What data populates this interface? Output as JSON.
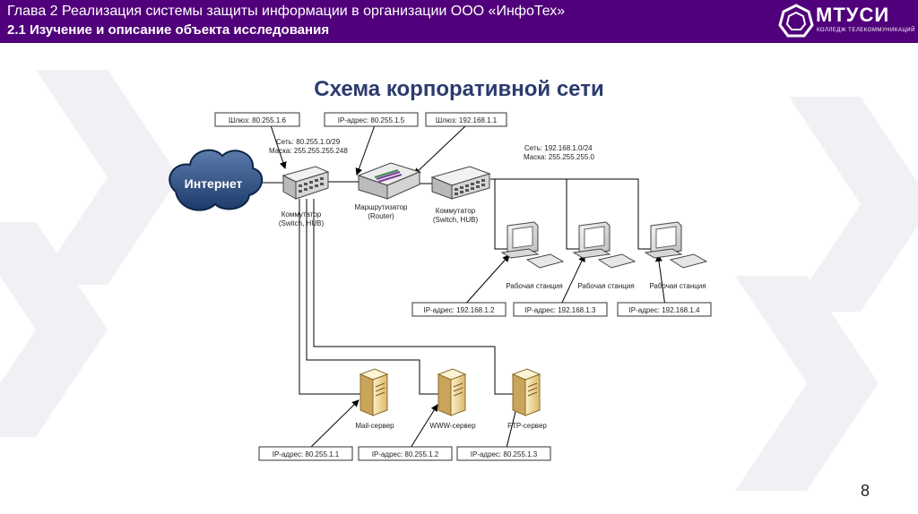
{
  "header": {
    "line1": "Глава 2 Реализация системы защиты информации в организации ООО «ИнфоТех»",
    "line2": "2.1 Изучение и описание объекта исследования"
  },
  "logo": {
    "name": "МТУСИ",
    "subtitle": "КОЛЛЕДЖ ТЕЛЕКОММУНИКАЦИЙ"
  },
  "slide": {
    "title": "Схема корпоративной сети",
    "page_number": "8"
  },
  "diagram": {
    "internet": "Интернет",
    "gateway_outer": "Шлюз: 80.255.1.6",
    "router_ip": "IP-адрес: 80.255.1.5",
    "gateway_inner": "Шлюз: 192.168.1.1",
    "outer_net": "Сеть: 80.255.1.0/29",
    "outer_mask": "Маска: 255.255.255.248",
    "inner_net": "Сеть: 192.168.1.0/24",
    "inner_mask": "Маска: 255.255.255.0",
    "switch_label": "Коммутатор",
    "switch_sub": "(Switch, HUB)",
    "router_label": "Маршрутизатор",
    "router_sub": "(Router)",
    "workstation": "Рабочая станция",
    "ws_ips": [
      "IP-адрес: 192.168.1.2",
      "IP-адрес: 192.168.1.3",
      "IP-адрес: 192.168.1.4"
    ],
    "servers": [
      "Mail-сервер",
      "WWW-сервер",
      "FTP-сервер"
    ],
    "server_ips": [
      "IP-адрес: 80.255.1.1",
      "IP-адрес: 80.255.1.2",
      "IP-адрес: 80.255.1.3"
    ]
  }
}
